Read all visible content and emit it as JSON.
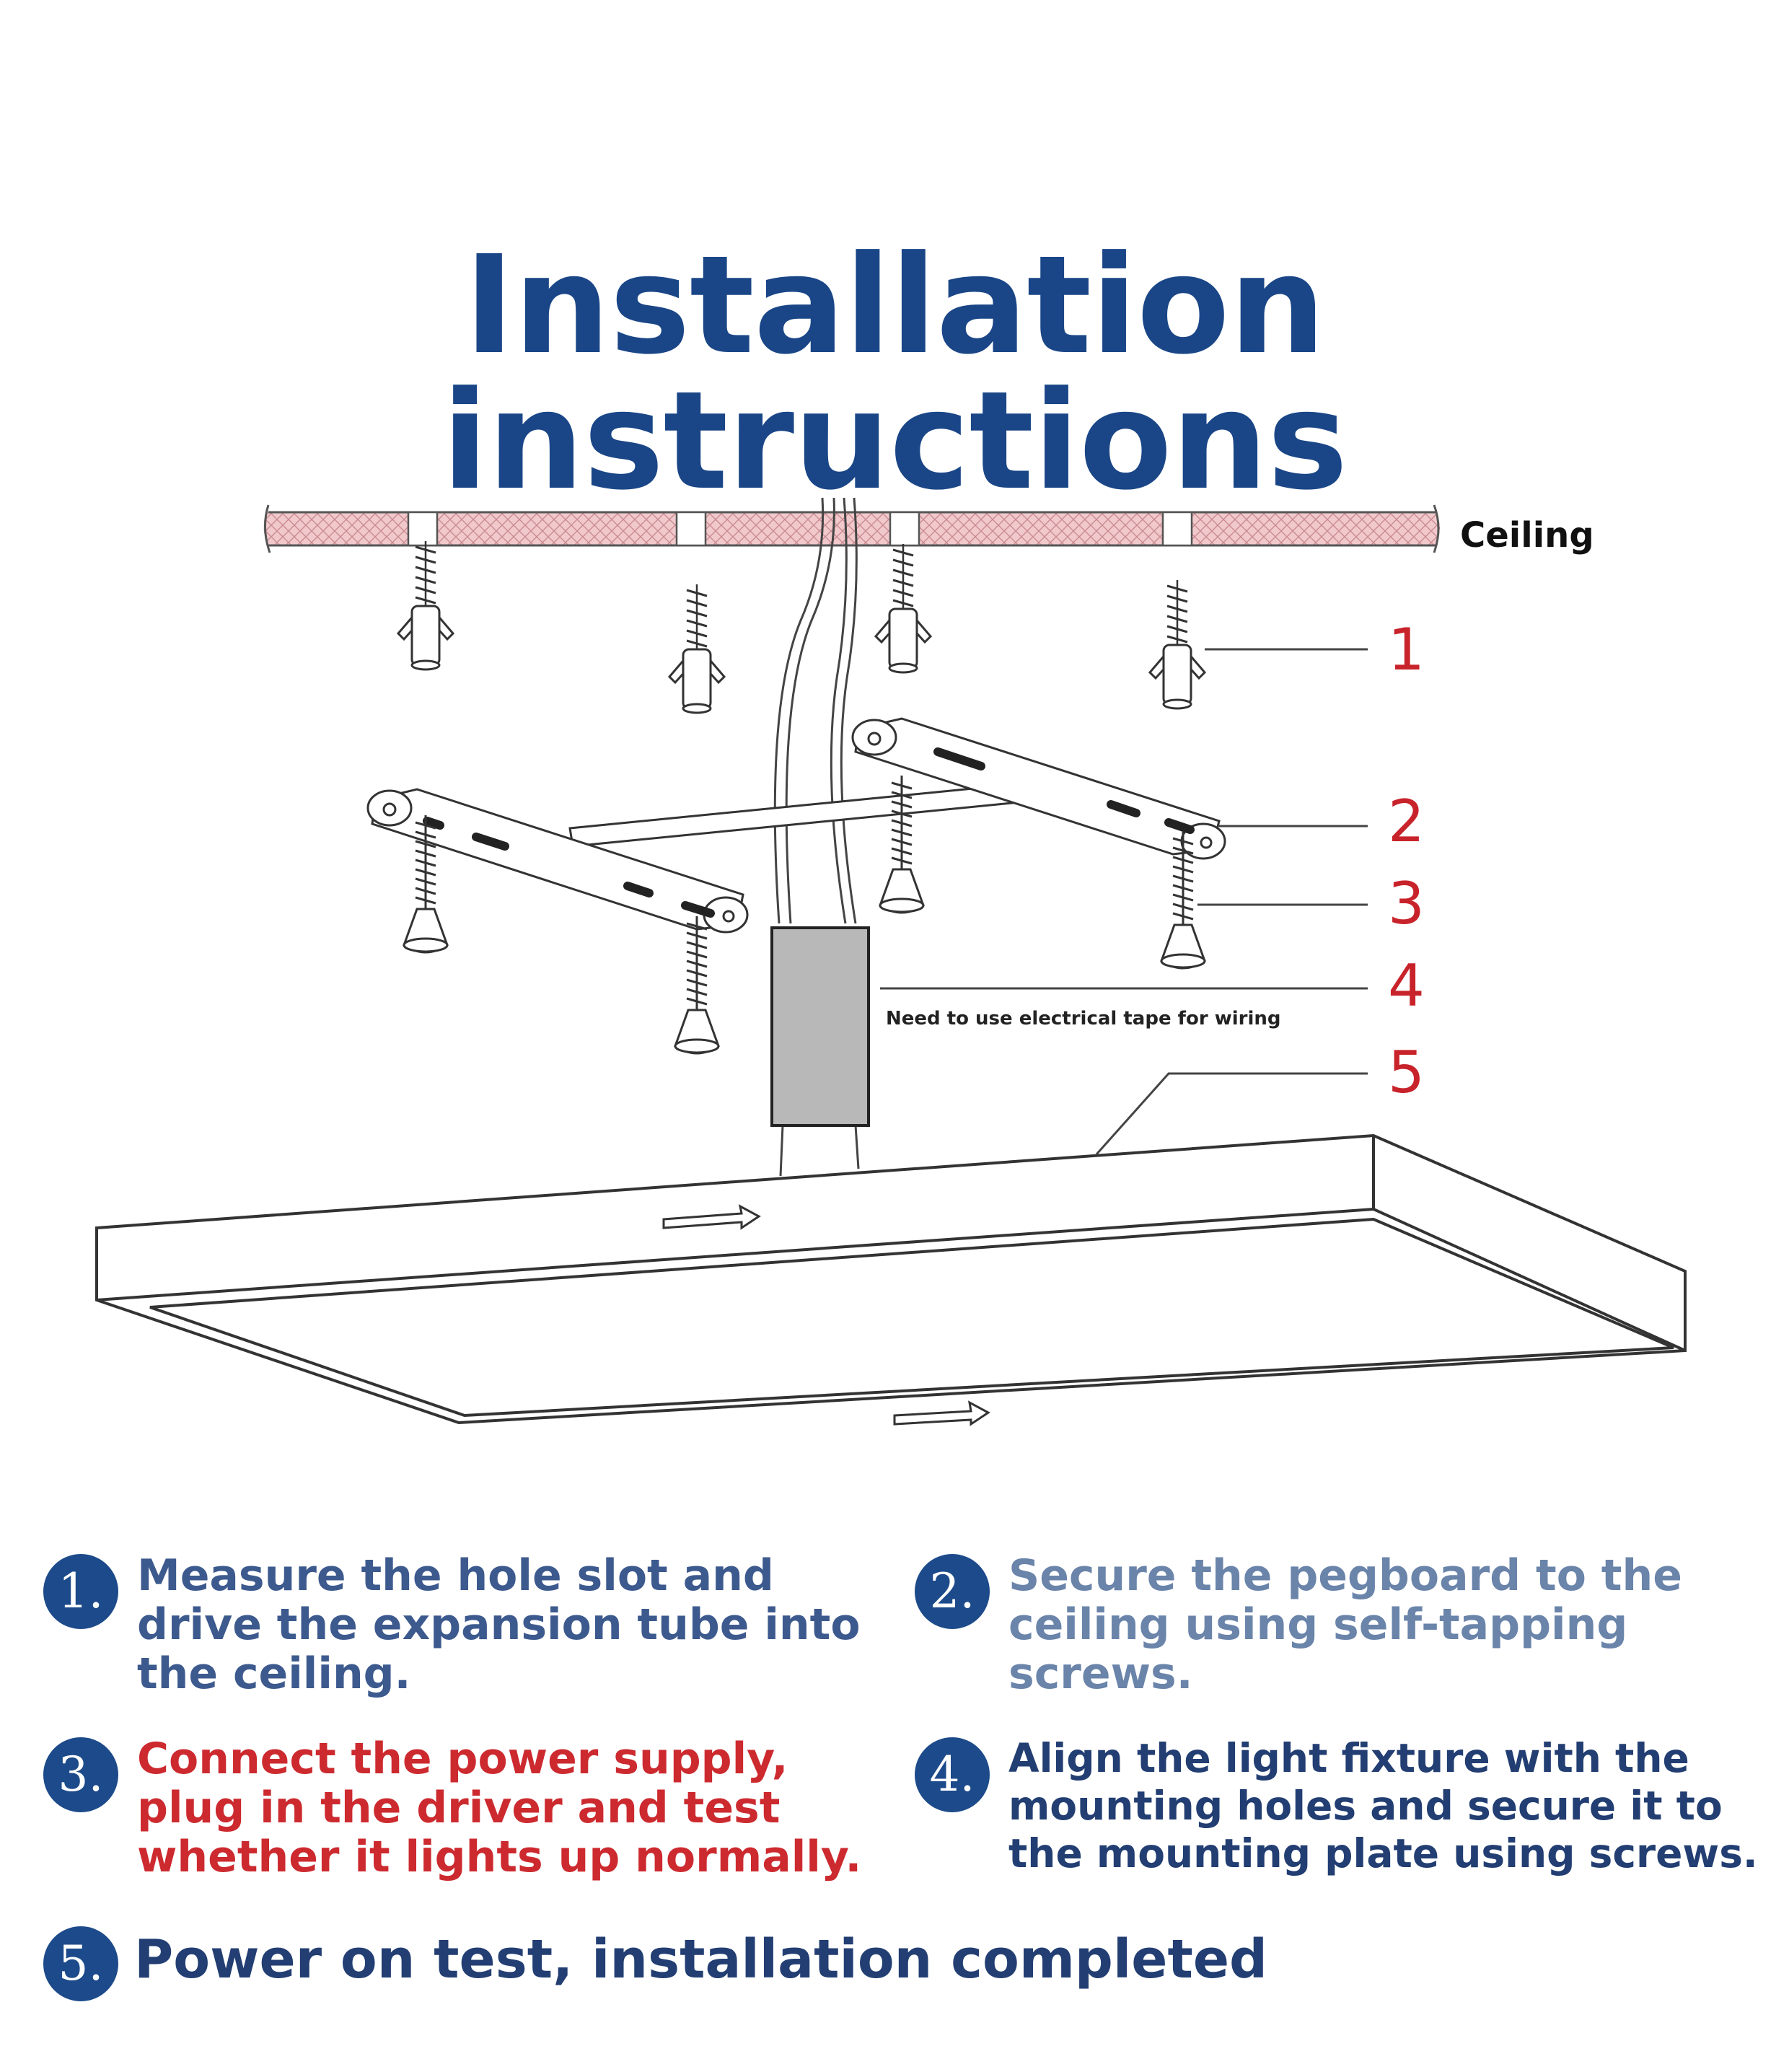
{
  "title": "Installation instructions",
  "diagram": {
    "ceiling_label": "Ceiling",
    "callouts": [
      "1",
      "2",
      "3",
      "4",
      "5"
    ],
    "tape_note": "Need to use electrical tape for wiring"
  },
  "steps": [
    {
      "number": "1.",
      "text": "Measure the hole slot and\ndrive the expansion tube into\nthe ceiling."
    },
    {
      "number": "2.",
      "text": "Secure the pegboard to the\nceiling using self-tapping\nscrews."
    },
    {
      "number": "3.",
      "text": "Connect the power supply,\nplug in the driver and test\nwhether it lights up normally."
    },
    {
      "number": "4.",
      "text": "Align the light fixture with the\nmounting holes and secure it to\nthe mounting plate using screws."
    },
    {
      "number": "5.",
      "text": "Power on test, installation completed"
    }
  ],
  "colors": {
    "title": "#1a4687",
    "badge": "#1c4a8a",
    "step1": "#3d5a8e",
    "step2": "#6a84aa",
    "step3": "#cc2a2f",
    "step4": "#223e72",
    "step5": "#223e72",
    "callout": "#c8232b",
    "ceiling_fill": "#f1c9cc",
    "driver_fill": "#b8b8b8"
  }
}
